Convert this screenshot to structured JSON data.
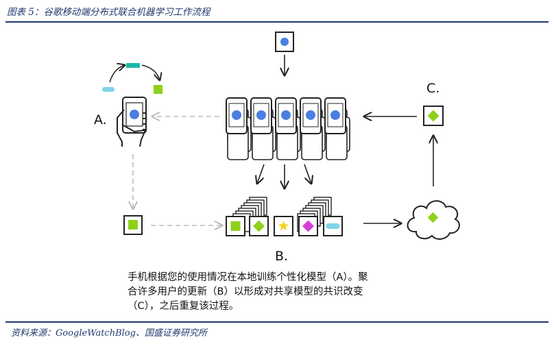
{
  "figure": {
    "title": "图表 5：谷歌移动端分布式联合机器学习工作流程",
    "source": "资料来源：GoogleWatchBlog、国盛证券研究所"
  },
  "diagram": {
    "labels": {
      "a": "A.",
      "b": "B.",
      "c": "C."
    },
    "colors": {
      "ink": "#222222",
      "blue": "#4a7fe0",
      "green": "#8fd11a",
      "magenta": "#d23fd6",
      "yellow": "#f2d21c",
      "cyan": "#7fd6e4",
      "teal": "#1bb8a8",
      "dashed": "#bbbbbb",
      "header_blue": "#1f3a6e"
    }
  },
  "caption": {
    "lines": [
      "手机根据您的使用情况在本地训练个性化模型（A）。聚",
      "合许多用户的更新（B）以形成对共享模型的共识改变",
      "（C），之后重复该过程。"
    ]
  }
}
